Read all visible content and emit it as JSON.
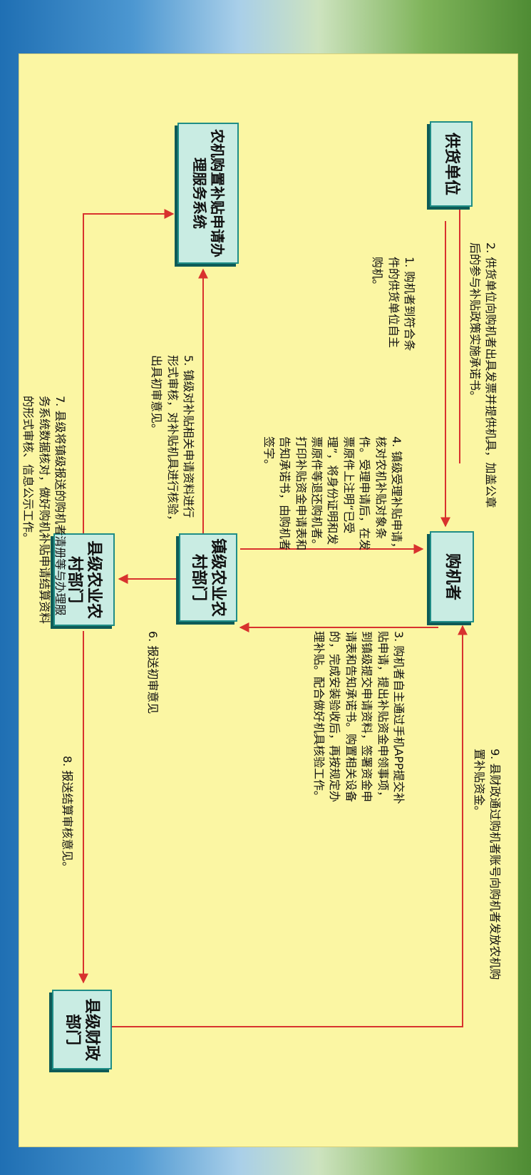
{
  "nodes": {
    "supplier": "供货单位",
    "buyer": "购机者",
    "system": "农机购置补贴申请办理服务系统",
    "town": "镇级农业农村部门",
    "county_agri": "县级农业农村部门",
    "county_finance": "县级财政部门"
  },
  "steps": {
    "s1": "1. 购机者到符合条件的供货单位自主购机。",
    "s2": "2. 供货单位向购机者出具发票并提供机具，加盖公章后的参与补贴政策实施承诺书。",
    "s3": "3. 购机者自主通过手机APP提交补贴申请，提出补贴资金申领事项，到镇级提交申请资料，签署资金申请表和告知承诺书。购置相关设备的，完成安装验收后，再按规定办理补贴。配合做好机具核验工作。",
    "s4": "4. 镇级受理补贴申请，核对农机补贴对象条件。受理申请后，在发票原件上注明“已受理”，将身份证明和发票原件等退还购机者。打印补贴资金申请表和告知承诺书，由购机者签字。",
    "s5": "5. 镇级对补贴相关申请资料进行形式审核，对补贴机具进行核验，出具初审意见。",
    "s6": "6. 报送初审意见",
    "s7": "7. 县级将镇级报送的购机者清册等与办理服务系统数据核对，做好购机补贴申请结算资料的形式审核、信息公示工作。",
    "s8": "8. 报送结算审核意见。",
    "s9": "9. 县财政通过购机者账号向购机者发放农机购置补贴资金。"
  },
  "colors": {
    "arrow": "#d8322e",
    "box_fill": "#c9ece3",
    "box_border": "#1f8d86",
    "panel": "#fbf6a3"
  }
}
